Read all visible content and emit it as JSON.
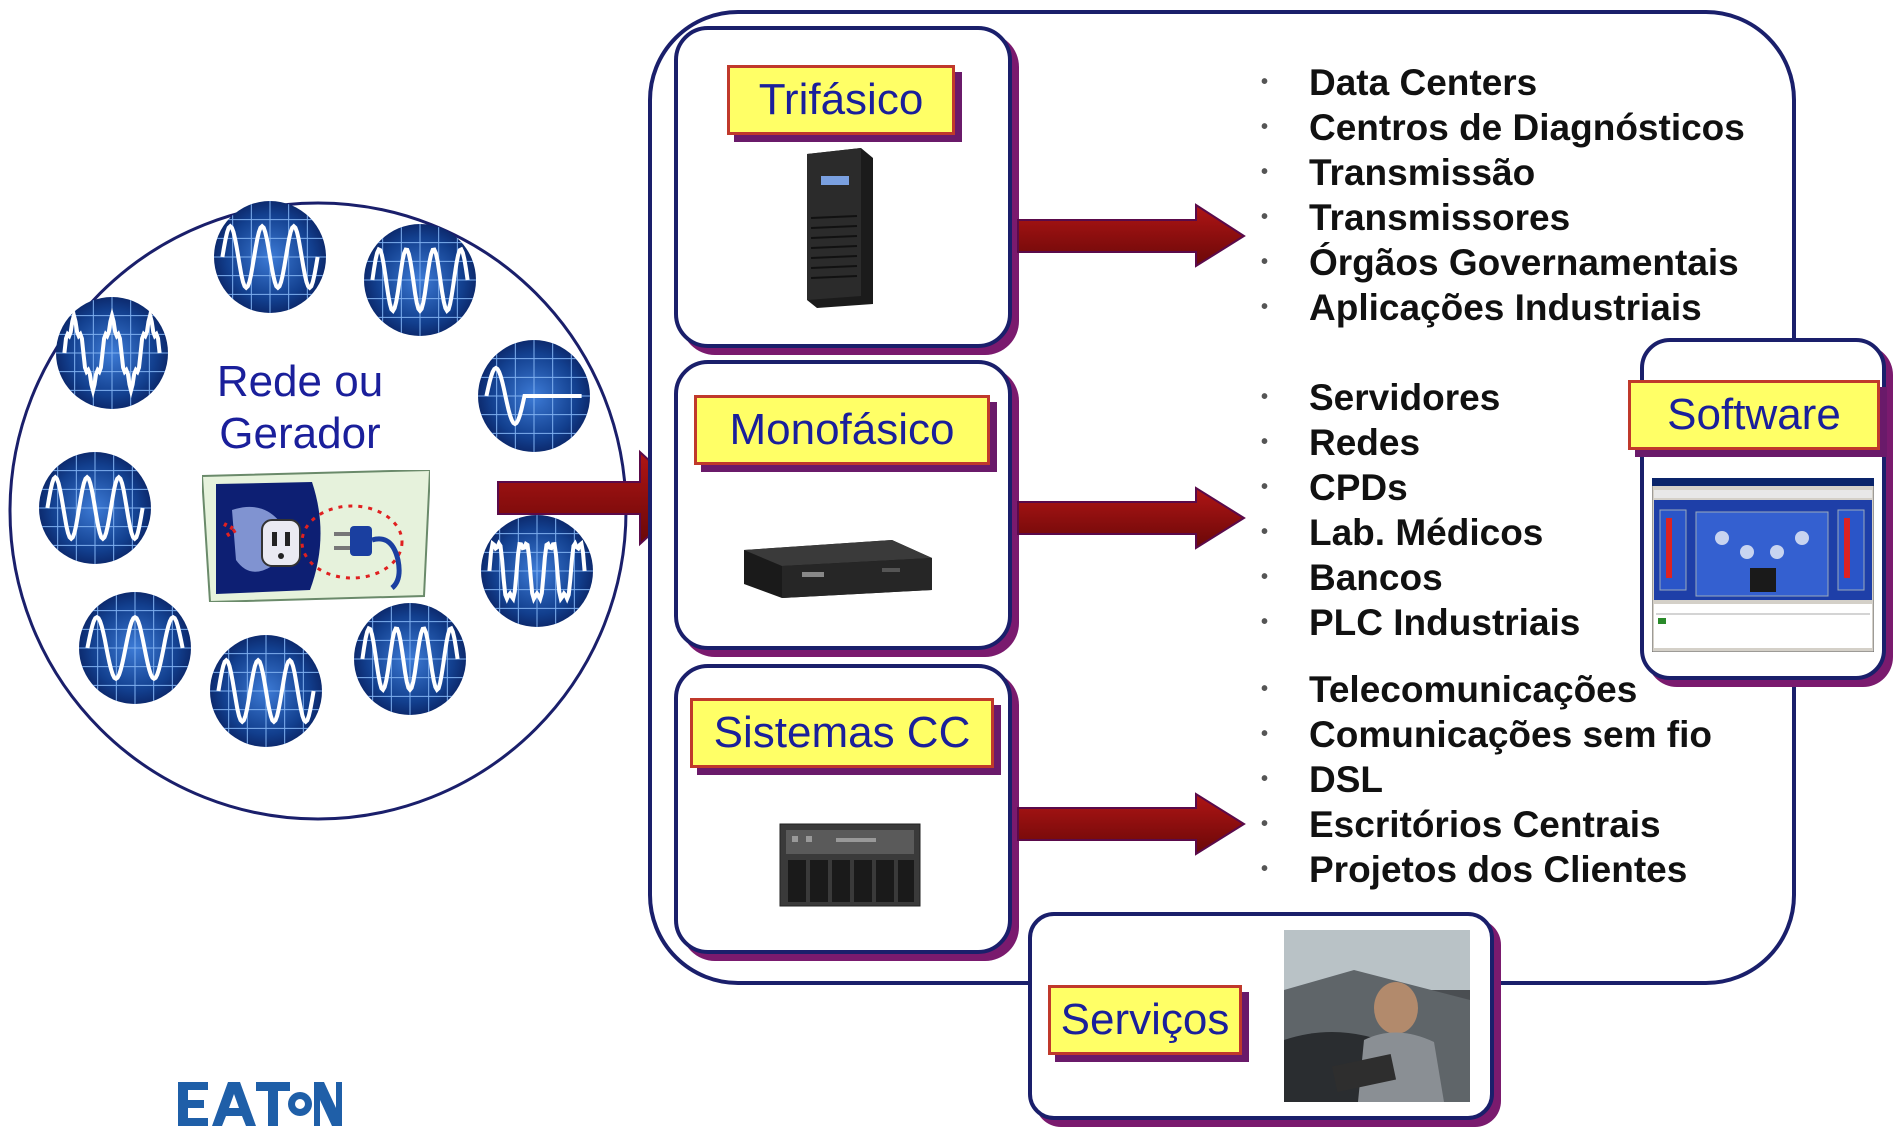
{
  "source": {
    "line1": "Rede ou",
    "line2": "Gerador"
  },
  "categories": [
    {
      "label": "Trifásico",
      "items": [
        "Data Centers",
        "Centros de Diagnósticos",
        "Transmissão",
        "Transmissores",
        "Órgãos Governamentais",
        "Aplicações Industriais"
      ]
    },
    {
      "label": "Monofásico",
      "items": [
        "Servidores",
        "Redes",
        "CPDs",
        "Lab. Médicos",
        "Bancos",
        "PLC Industriais"
      ]
    },
    {
      "label": "Sistemas CC",
      "items": [
        "Telecomunicações",
        "Comunicações sem fio",
        "DSL",
        "Escritórios Centrais",
        "Projetos dos Clientes"
      ]
    }
  ],
  "software": {
    "label": "Software"
  },
  "services": {
    "label": "Serviços"
  },
  "logo": {
    "text": "EATON"
  },
  "colors": {
    "navy": "#1a1f6b",
    "label_fill": "#ffff66",
    "arrow": "#8b0d0d",
    "text_blue": "#1a1f9b",
    "shadow": "#7a1a6e"
  }
}
